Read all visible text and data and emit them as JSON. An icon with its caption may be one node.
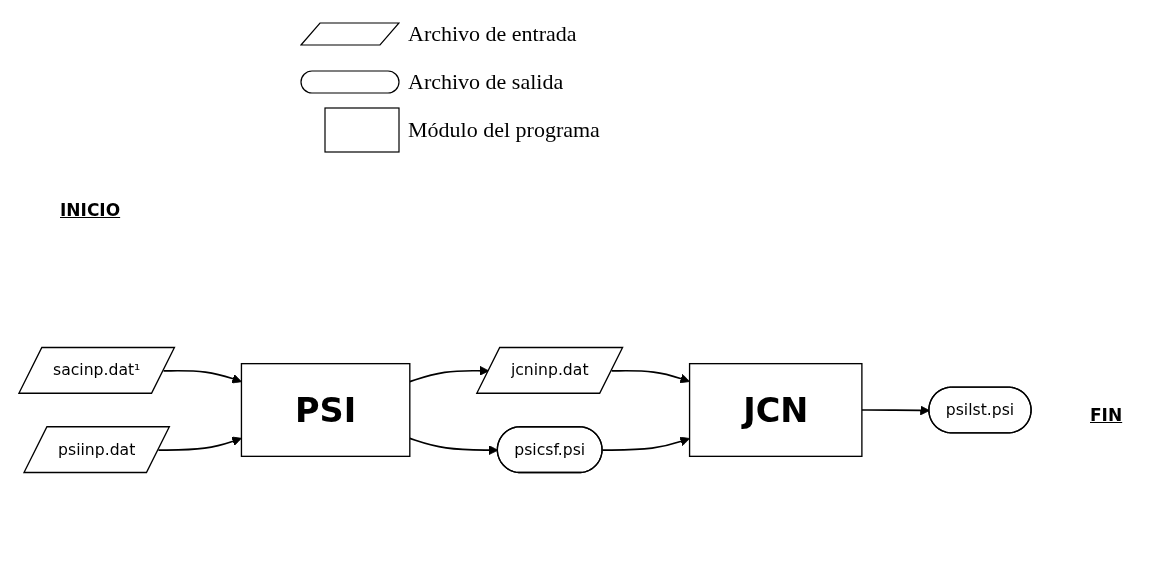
{
  "diagram": {
    "nodes": [
      {
        "text": [
          "sacinp.dat¹"
        ]
      },
      {
        "text": [
          "psiinp.dat"
        ]
      },
      {
        "text": [
          "PSI"
        ]
      },
      {
        "text": [
          "jcninp.dat"
        ]
      },
      {
        "text": [
          "psicsf.psi"
        ]
      },
      {
        "text": [
          "JCN"
        ]
      },
      {
        "text": [
          "psilst.psi"
        ]
      }
    ],
    "edges": [
      {
        "from": 0,
        "to": 2,
        "arrow": "to"
      },
      {
        "from": 1,
        "to": 2,
        "arrow": "to"
      },
      {
        "from": 2,
        "to": 3,
        "arrow": "to"
      },
      {
        "from": 2,
        "to": 4,
        "arrow": "to"
      },
      {
        "from": 3,
        "to": 5,
        "arrow": "to"
      },
      {
        "from": 4,
        "to": 5,
        "arrow": "to"
      },
      {
        "from": 5,
        "to": 6,
        "arrow": "to"
      }
    ],
    "labels": [
      "INICIO",
      "FIN"
    ],
    "legend": [
      {
        "text": "Archivo de entrada"
      },
      {
        "text": "Archivo de salida"
      },
      {
        "text": "Módulo del programa"
      }
    ]
  }
}
